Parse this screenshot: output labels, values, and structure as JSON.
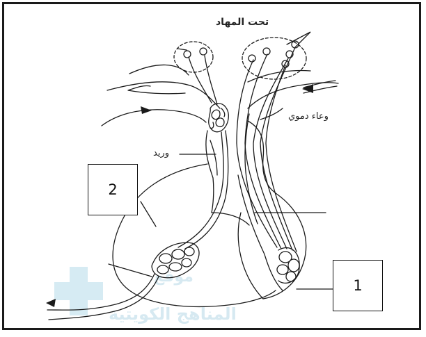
{
  "labels": {
    "hypothalamus": "تحت المهاد",
    "blood_vessel": "وعاء دموي",
    "vein": "وريد"
  },
  "boxes": {
    "box_1": "1",
    "box_2": "2"
  },
  "watermark": {
    "line1": "موقع",
    "line2": "المناهج الكويتية"
  },
  "colors": {
    "stroke": "#1a1a1a",
    "watermark": "#cfe6ef"
  }
}
